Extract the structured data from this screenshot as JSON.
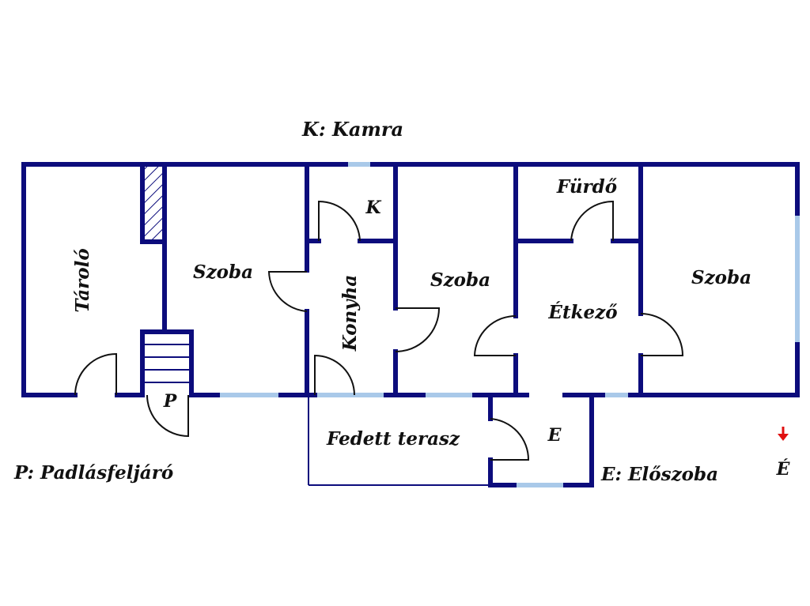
{
  "legend": {
    "kamra": "K: Kamra",
    "padlas": "P: Padlásfeljáró",
    "eloszoba": "E: Előszoba"
  },
  "rooms": {
    "tarolo": "Tároló",
    "szoba1": "Szoba",
    "konyha": "Konyha",
    "kamra": "K",
    "szoba2": "Szoba",
    "furdo": "Fürdő",
    "etkezo": "Étkező",
    "szoba3": "Szoba",
    "terasz": "Fedett terasz",
    "eloszoba": "E",
    "padlas": "P"
  },
  "compass": {
    "label": "É",
    "icon": "north-arrow-icon"
  },
  "colors": {
    "wall": "#0c0c7c",
    "window": "#a9c9e9",
    "arrow": "#e01010"
  }
}
